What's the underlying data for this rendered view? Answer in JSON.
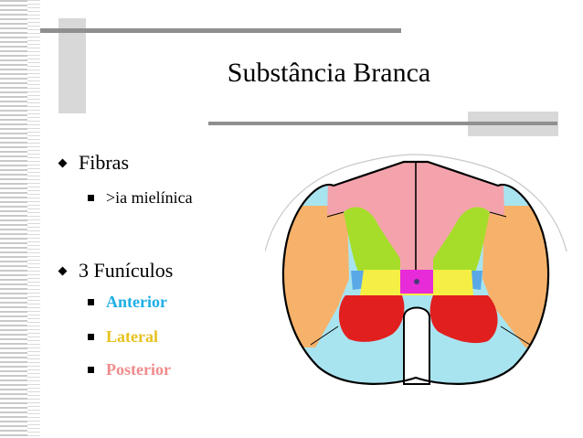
{
  "slide": {
    "title": "Substância Branca",
    "bullets": [
      {
        "text": "Fibras",
        "sub": [
          {
            "text": ">ia mielínica",
            "color": "#000000"
          }
        ]
      },
      {
        "text": "3 Funículos",
        "sub": [
          {
            "text": "Anterior",
            "color": "#1eaee6"
          },
          {
            "text": "Lateral",
            "color": "#e6c21e"
          },
          {
            "text": "Posterior",
            "color": "#f08c8c"
          }
        ]
      }
    ]
  },
  "diagram": {
    "colors": {
      "posterior": "#f4a3ac",
      "lateral": "#f6b26b",
      "anterior": "#a8e4f0",
      "posterior_horn": "#a6dd2a",
      "anterior_horn": "#e21f1f",
      "commissure_center": "#e82bd8",
      "gray_commissure": "#f5ee45",
      "intermediate": "#5aa8e6"
    }
  }
}
